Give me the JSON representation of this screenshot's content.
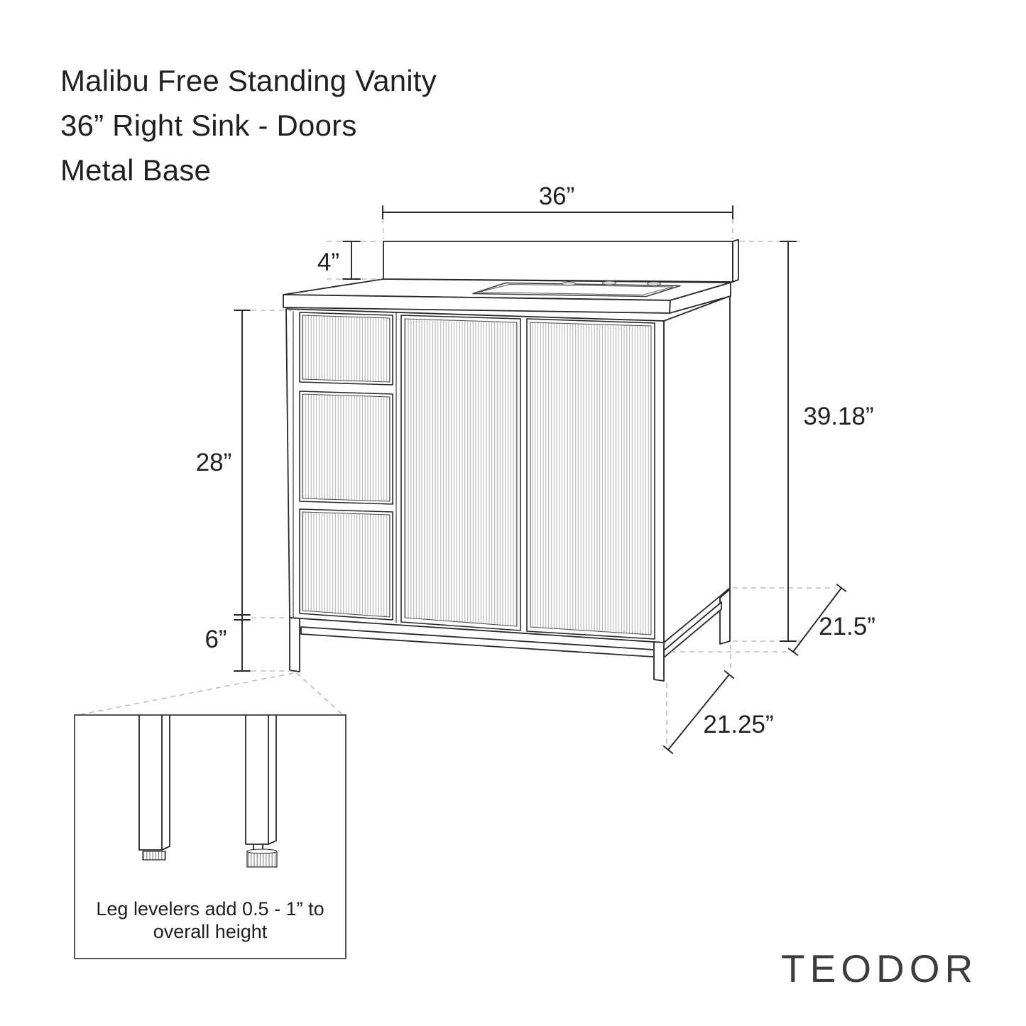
{
  "title": {
    "line1": "Malibu Free Standing Vanity",
    "line2": "36” Right Sink - Doors",
    "line3": "Metal Base"
  },
  "dimensions": {
    "top_width": "36”",
    "backsplash_height": "4”",
    "cabinet_body_height": "28”",
    "leg_height": "6”",
    "overall_height": "39.18”",
    "top_depth": "21.5”",
    "base_depth": "21.25”"
  },
  "detail_callout": {
    "note_line1": "Leg levelers add 0.5 - 1” to",
    "note_line2": "overall height"
  },
  "brand": "TEODOR",
  "colors": {
    "background": "#ffffff",
    "line": "#2b2724",
    "dash": "#bdbdbd",
    "flute": "#a6a6a6",
    "text": "#231f20"
  }
}
